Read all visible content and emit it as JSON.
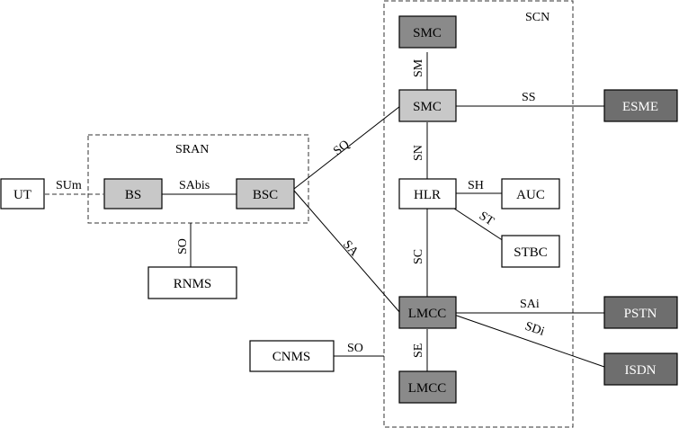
{
  "regions": {
    "scn": "SCN",
    "sran": "SRAN"
  },
  "nodes": {
    "ut": "UT",
    "bs": "BS",
    "bsc": "BSC",
    "rnms": "RNMS",
    "smc_top": "SMC",
    "smc": "SMC",
    "esme": "ESME",
    "hlr": "HLR",
    "auc": "AUC",
    "stbc": "STBC",
    "lmcc": "LMCC",
    "lmcc_bottom": "LMCC",
    "pstn": "PSTN",
    "isdn": "ISDN",
    "cnms": "CNMS"
  },
  "links": {
    "sum": "SUm",
    "sabis": "SAbis",
    "so_rnms": "SO",
    "sq": "SQ",
    "sa": "SA",
    "sm": "SM",
    "ss": "SS",
    "sn": "SN",
    "sh": "SH",
    "st": "ST",
    "sc": "SC",
    "sai": "SAi",
    "sdi": "SDi",
    "se": "SE",
    "so_cnms": "SO"
  },
  "colors": {
    "white_node": "#ffffff",
    "light_node": "#c8c8c8",
    "mid_node": "#8a8a8a",
    "dark_node": "#6e6e6e"
  }
}
